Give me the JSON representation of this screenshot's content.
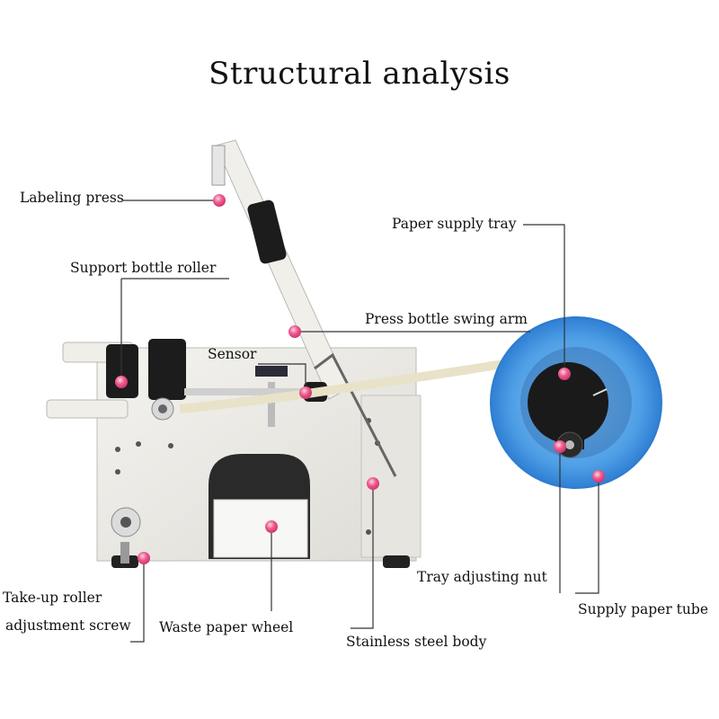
{
  "title": "Structural analysis",
  "labels": {
    "labeling_press": "Labeling press",
    "support_bottle_roller": "Support bottle roller",
    "sensor": "Sensor",
    "press_bottle_swing_arm": "Press bottle swing arm",
    "paper_supply_tray": "Paper supply tray",
    "tray_adjusting_nut": "Tray adjusting nut",
    "supply_paper_tube": "Supply paper tube",
    "take_up_roller_line1": "Take-up roller",
    "take_up_roller_line2": "adjustment screw",
    "waste_paper_wheel": "Waste paper wheel",
    "stainless_steel_body": "Stainless steel body"
  },
  "colors": {
    "marker": "#e8457f",
    "leader": "#333333",
    "tray_blue": "#3d8fe0",
    "body": "#ecebe6"
  }
}
